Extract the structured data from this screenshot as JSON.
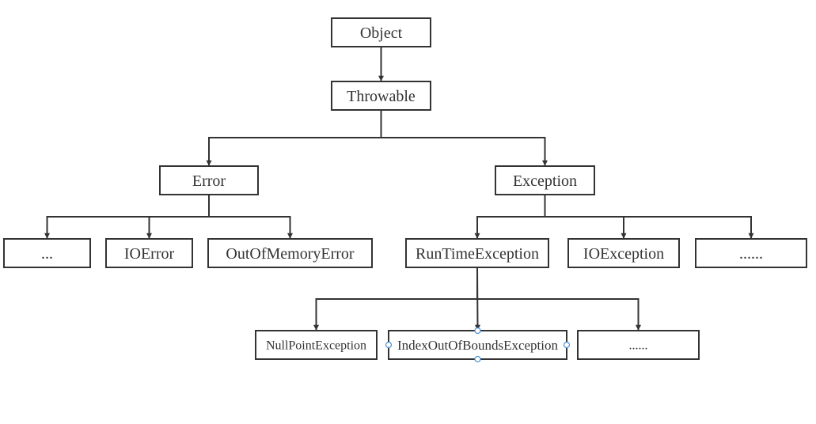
{
  "diagram": {
    "nodes": [
      {
        "id": "object",
        "label": "Object"
      },
      {
        "id": "throwable",
        "label": "Throwable"
      },
      {
        "id": "error",
        "label": "Error"
      },
      {
        "id": "exception",
        "label": "Exception"
      },
      {
        "id": "error-more",
        "label": "..."
      },
      {
        "id": "ioerror",
        "label": "IOError"
      },
      {
        "id": "outofmemoryerror",
        "label": "OutOfMemoryError"
      },
      {
        "id": "runtimeexception",
        "label": "RunTimeException"
      },
      {
        "id": "ioexception",
        "label": "IOException"
      },
      {
        "id": "exception-more",
        "label": "......"
      },
      {
        "id": "nullpointexception",
        "label": "NullPointException"
      },
      {
        "id": "indexoutofboundsexception",
        "label": "IndexOutOfBoundsException"
      },
      {
        "id": "runtime-more",
        "label": "......"
      }
    ],
    "edges": [
      {
        "from": "object",
        "to": "throwable"
      },
      {
        "from": "throwable",
        "to": "error"
      },
      {
        "from": "throwable",
        "to": "exception"
      },
      {
        "from": "error",
        "to": "error-more"
      },
      {
        "from": "error",
        "to": "ioerror"
      },
      {
        "from": "error",
        "to": "outofmemoryerror"
      },
      {
        "from": "exception",
        "to": "runtimeexception"
      },
      {
        "from": "exception",
        "to": "ioexception"
      },
      {
        "from": "exception",
        "to": "exception-more"
      },
      {
        "from": "runtimeexception",
        "to": "nullpointexception"
      },
      {
        "from": "runtimeexception",
        "to": "indexoutofboundsexception"
      },
      {
        "from": "runtimeexception",
        "to": "runtime-more"
      }
    ],
    "selected_node": "indexoutofboundsexception"
  }
}
